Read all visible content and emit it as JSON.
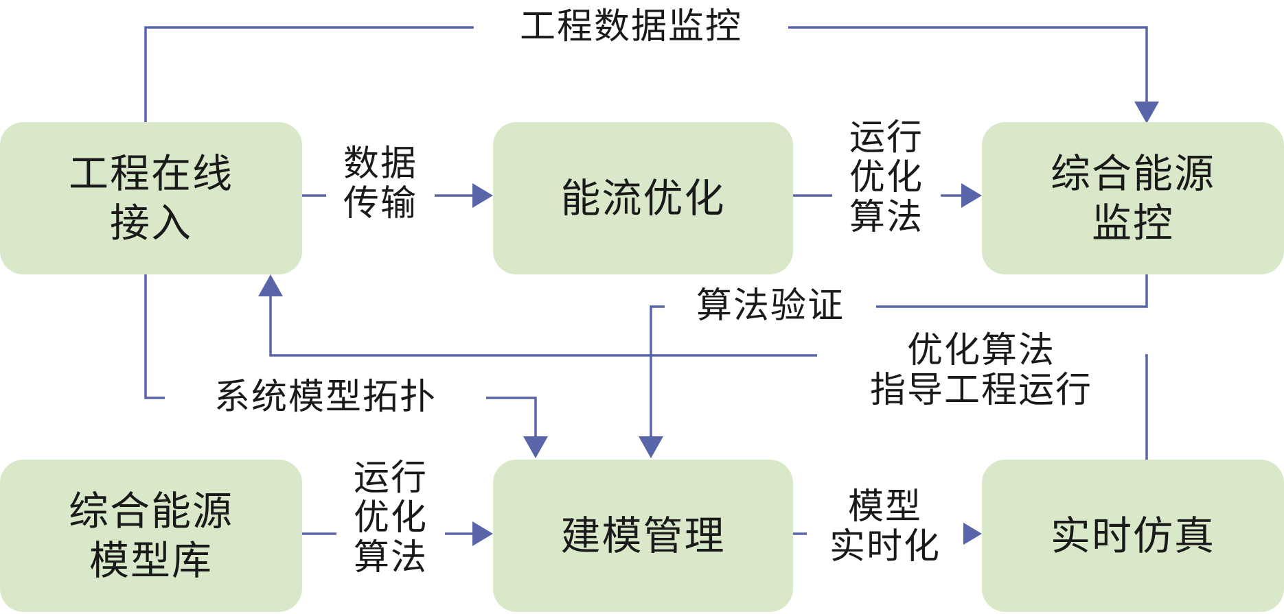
{
  "diagram": {
    "nodes": {
      "online_access": "工程在线\n接入",
      "energy_flow_opt": "能流优化",
      "ies_monitor": "综合能源\n监控",
      "ies_model_lib": "综合能源\n模型库",
      "modeling_mgmt": "建模管理",
      "realtime_sim": "实时仿真"
    },
    "edges": {
      "engineering_data_monitoring": "工程数据监控",
      "data_transmission": "数据\n传输",
      "operation_opt_algo_top": "运行\n优化\n算法",
      "algorithm_verification": "算法验证",
      "optimization_guides_operation": "优化算法\n指导工程运行",
      "system_model_topology": "系统模型拓扑",
      "operation_opt_algo_bottom": "运行\n优化\n算法",
      "model_realtime": "模型\n实时化"
    },
    "colors": {
      "box_fill": "#d9e8c9",
      "line": "#5865a8"
    }
  }
}
